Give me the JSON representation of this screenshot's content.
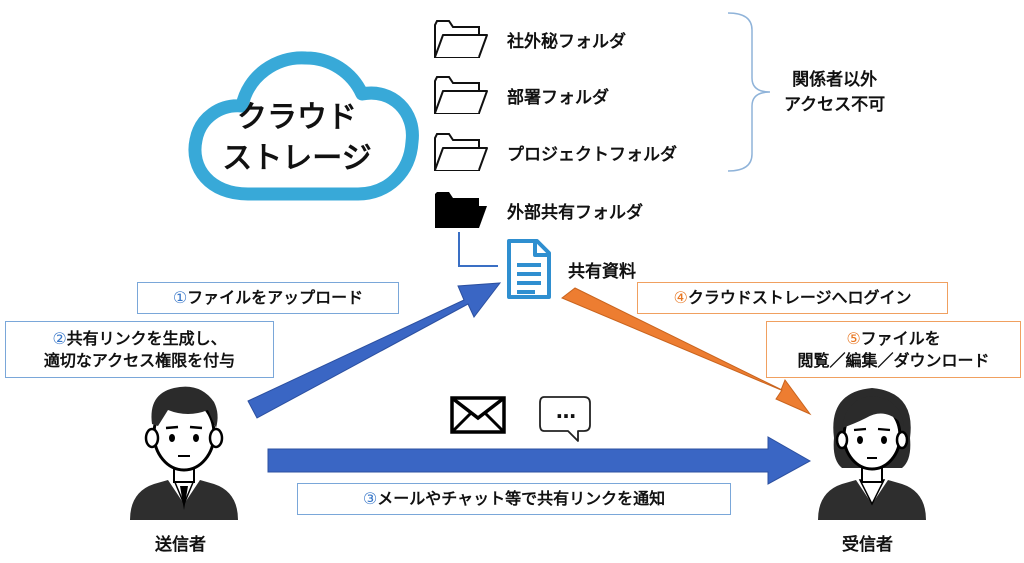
{
  "cloud": {
    "line1": "クラウド",
    "line2": "ストレージ"
  },
  "folders": [
    {
      "label": "社外秘フォルダ",
      "filled": false
    },
    {
      "label": "部署フォルダ",
      "filled": false
    },
    {
      "label": "プロジェクトフォルダ",
      "filled": false
    },
    {
      "label": "外部共有フォルダ",
      "filled": true
    }
  ],
  "restricted_note": {
    "line1": "関係者以外",
    "line2": "アクセス不可"
  },
  "shared_file": {
    "label": "共有資料"
  },
  "steps": {
    "step1": {
      "num": "①",
      "text": "ファイルをアップロード"
    },
    "step2": {
      "num": "②",
      "text_line1": "共有リンクを生成し、",
      "text_line2": "適切なアクセス権限を付与"
    },
    "step3": {
      "num": "③",
      "text": "メールやチャット等で共有リンクを通知"
    },
    "step4": {
      "num": "④",
      "text": "クラウドストレージへログイン"
    },
    "step5": {
      "num": "⑤",
      "text_line1": "ファイルを",
      "text_line2": "閲覧／編集／ダウンロード"
    }
  },
  "chat_bubble_text": "…",
  "sender": {
    "label": "送信者"
  },
  "receiver": {
    "label": "受信者"
  },
  "colors": {
    "cloud": "#38a9d8",
    "blue_arrow": "#3a66c4",
    "orange_arrow": "#ed7d31",
    "file_icon": "#2f8fd0"
  }
}
